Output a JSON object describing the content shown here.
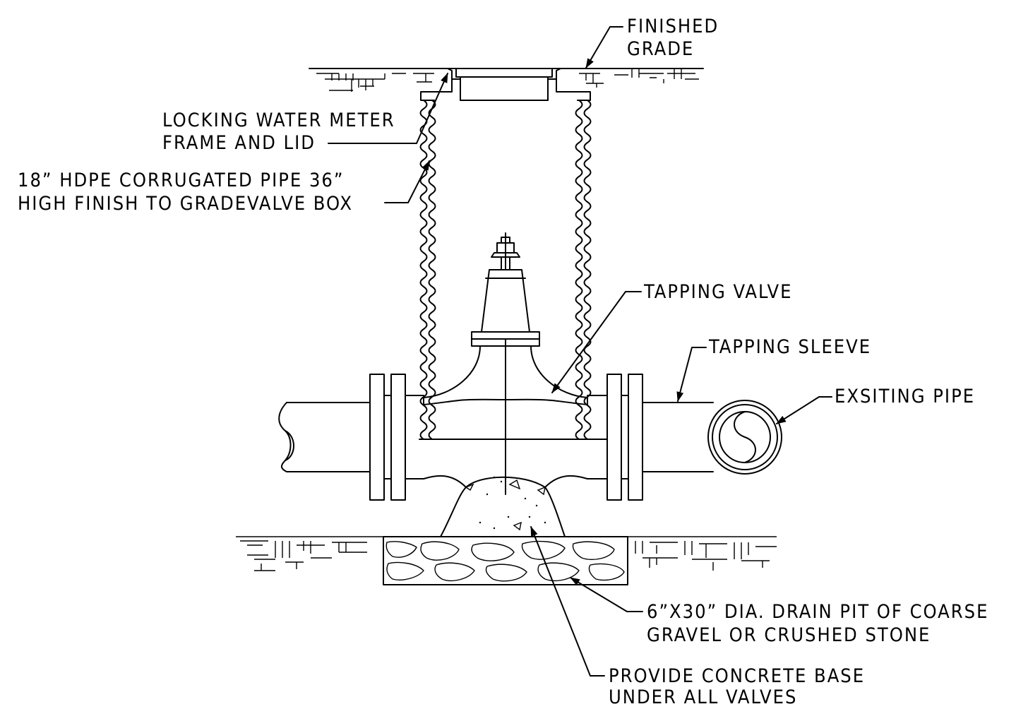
{
  "labels": {
    "finished_grade_1": "FINISHED",
    "finished_grade_2": "GRADE",
    "frame_lid_1": "LOCKING WATER METER",
    "frame_lid_2": "FRAME AND LID",
    "hdpe_pipe_1": "18” HDPE CORRUGATED PIPE 36”",
    "hdpe_pipe_2": "HIGH FINISH TO GRADEVALVE BOX",
    "tapping_valve": "TAPPING VALVE",
    "tapping_sleeve": "TAPPING SLEEVE",
    "existing_pipe": "EXSITING PIPE",
    "drain_pit_1": "6”X30” DIA. DRAIN PIT OF COARSE",
    "drain_pit_2": "GRAVEL OR CRUSHED STONE",
    "concrete_base_1": "PROVIDE CONCRETE BASE",
    "concrete_base_2": "UNDER ALL VALVES"
  },
  "colors": {
    "line": "#000000",
    "background": "#ffffff"
  }
}
